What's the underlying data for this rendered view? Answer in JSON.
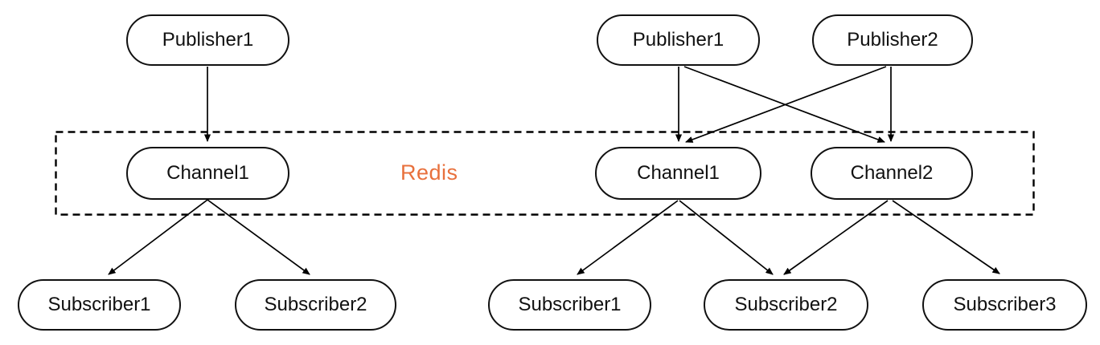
{
  "diagram": {
    "redis_box_label": "Redis",
    "colors": {
      "accent_redis": "#E8703C",
      "node_border": "#111111",
      "edge": "#000000"
    },
    "left_group": {
      "publisher1": "Publisher1",
      "channel1": "Channel1",
      "subscriber1": "Subscriber1",
      "subscriber2": "Subscriber2",
      "edges": [
        "Publisher1 -> Channel1",
        "Channel1 -> Subscriber1",
        "Channel1 -> Subscriber2"
      ]
    },
    "right_group": {
      "publisher1": "Publisher1",
      "publisher2": "Publisher2",
      "channel1": "Channel1",
      "channel2": "Channel2",
      "subscriber1": "Subscriber1",
      "subscriber2": "Subscriber2",
      "subscriber3": "Subscriber3",
      "edges": [
        "Publisher1 -> Channel1",
        "Publisher1 -> Channel2",
        "Publisher2 -> Channel1",
        "Publisher2 -> Channel2",
        "Channel1 -> Subscriber1",
        "Channel1 -> Subscriber2",
        "Channel2 -> Subscriber2",
        "Channel2 -> Subscriber3"
      ]
    }
  }
}
